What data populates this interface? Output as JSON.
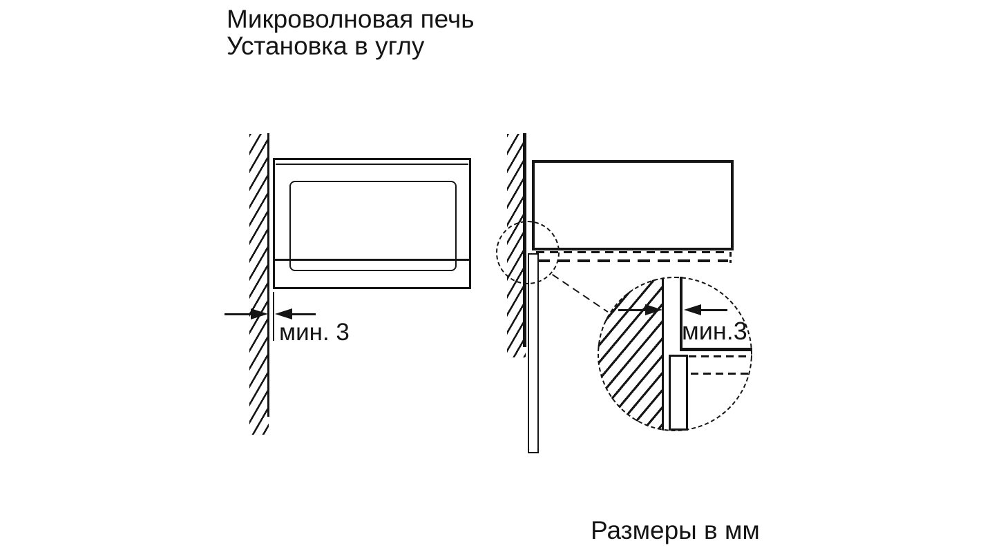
{
  "colors": {
    "ink": "#151515",
    "bg": "#ffffff"
  },
  "title": {
    "line1": "Микроволновая печь",
    "line2": "Установка в углу"
  },
  "front_view": {
    "dimension_label": "мин. 3"
  },
  "corner_view": {
    "dimension_label": "мин.3"
  },
  "footer": {
    "units_note": "Размеры в мм"
  }
}
